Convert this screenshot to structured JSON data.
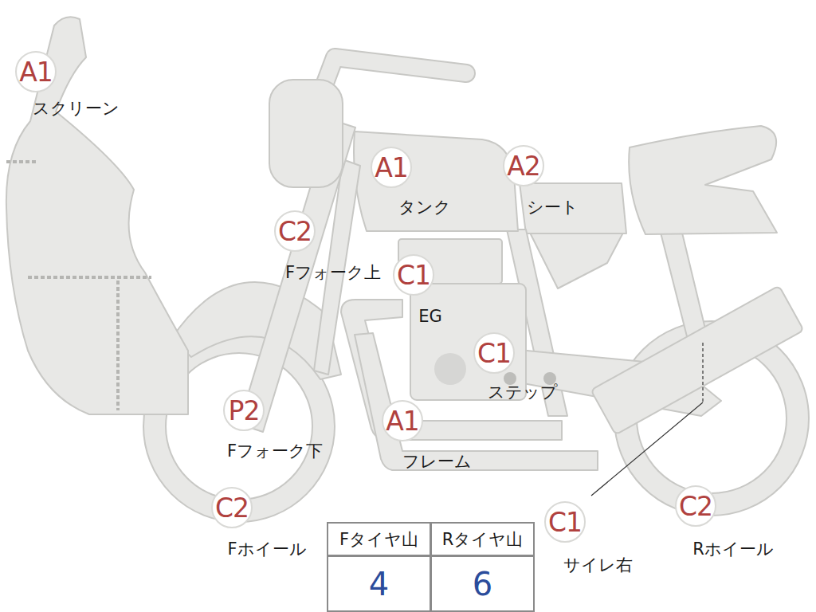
{
  "diagram": {
    "nodes": [
      {
        "text": [
          "A1",
          "スクリーン"
        ]
      },
      {
        "text": [
          "A1",
          "タンク"
        ]
      },
      {
        "text": [
          "A2",
          "シート"
        ]
      },
      {
        "text": [
          "C2",
          "Fフォーク上"
        ]
      },
      {
        "text": [
          "C1",
          "EG"
        ]
      },
      {
        "text": [
          "C1",
          "ステップ"
        ]
      },
      {
        "text": [
          "P2",
          "Fフォーク下"
        ]
      },
      {
        "text": [
          "A1",
          "フレーム"
        ]
      },
      {
        "text": [
          "C2",
          "Fホイール"
        ]
      },
      {
        "text": [
          "C1",
          "サイレ右"
        ]
      },
      {
        "text": [
          "C2",
          "Rホイール"
        ]
      }
    ],
    "labels": [
      "Fタイヤ山",
      "Rタイヤ山",
      "4",
      "6"
    ]
  }
}
